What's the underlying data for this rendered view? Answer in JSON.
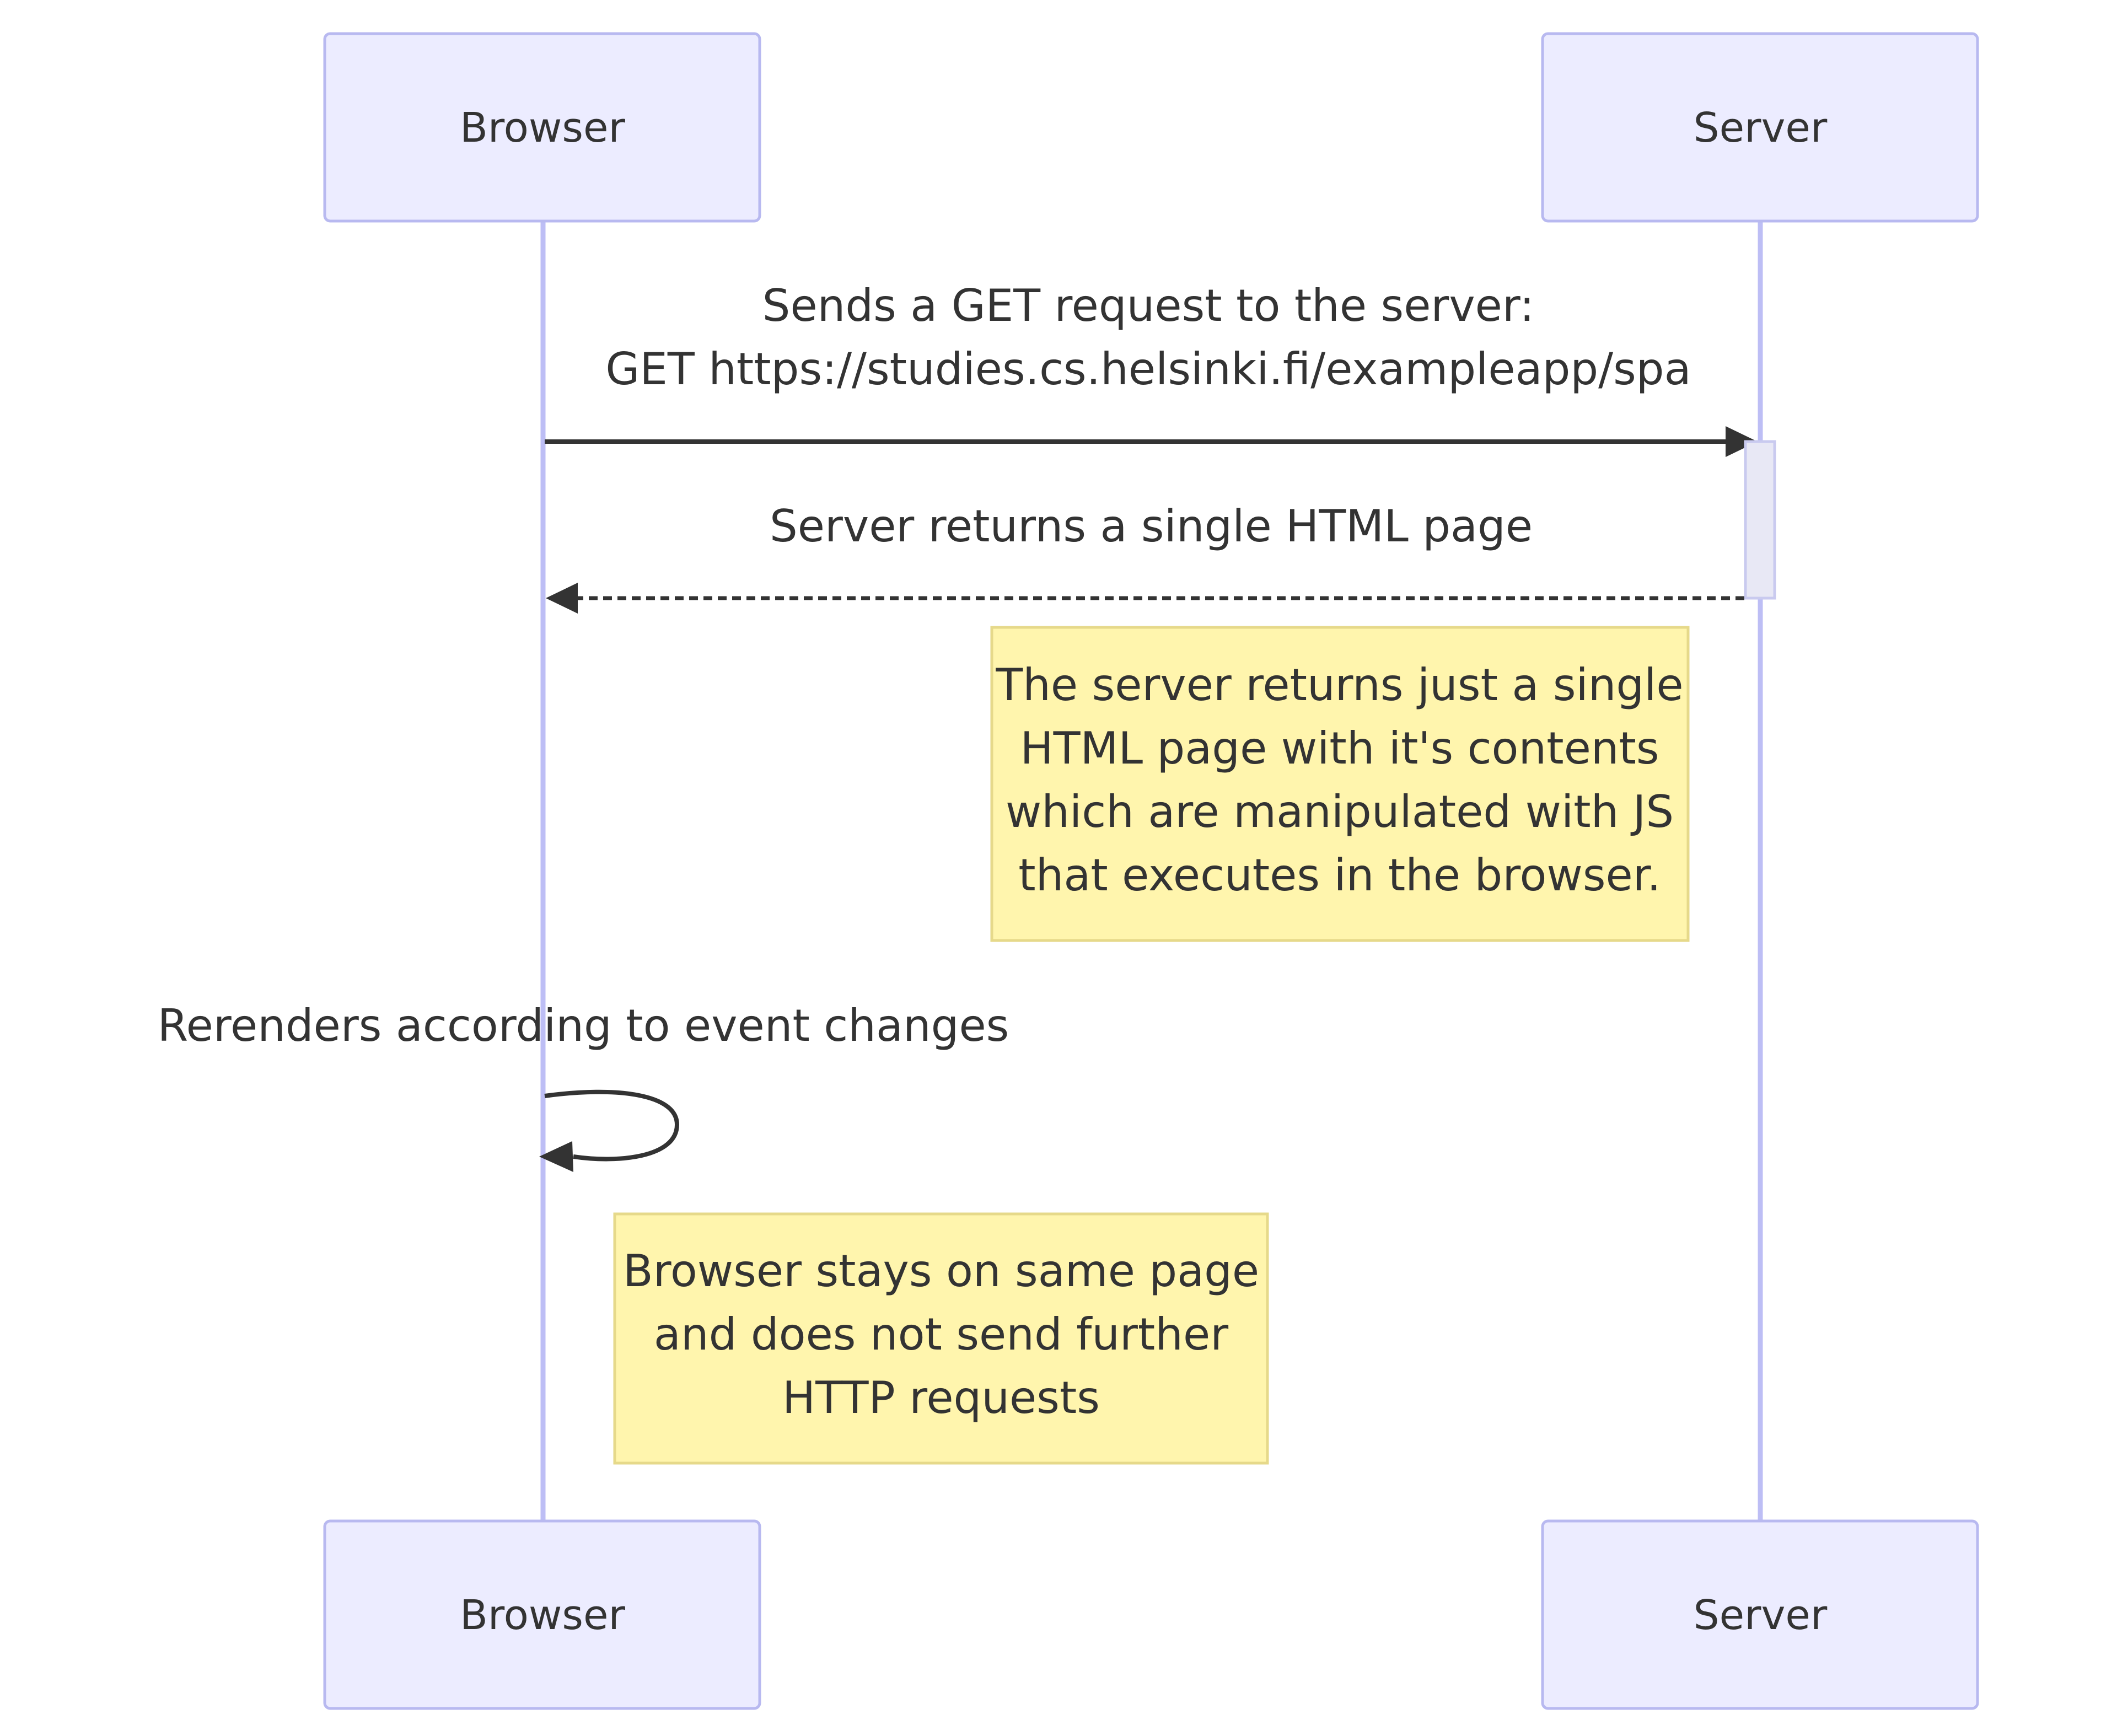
{
  "participants": [
    {
      "id": "browser",
      "label": "Browser"
    },
    {
      "id": "server",
      "label": "Server"
    }
  ],
  "messages": [
    {
      "from": "browser",
      "to": "server",
      "style": "solid",
      "lines": [
        "Sends a GET request to the server:",
        "GET https://studies.cs.helsinki.fi/exampleapp/spa"
      ]
    },
    {
      "from": "server",
      "to": "browser",
      "style": "dashed",
      "lines": [
        "Server returns a single HTML page"
      ]
    },
    {
      "from": "browser",
      "to": "browser",
      "style": "solid",
      "lines": [
        "Rerenders according to event changes"
      ]
    }
  ],
  "notes": [
    {
      "lines": [
        "The server returns just a single",
        "HTML page with it's contents",
        "which are manipulated with JS",
        "that executes in the browser."
      ]
    },
    {
      "lines": [
        "Browser stays on same page",
        "and does not send further",
        "HTTP requests"
      ]
    }
  ],
  "colors": {
    "actor_fill": "#ECECFF",
    "actor_stroke": "#B8B9F0",
    "lifeline": "#BDBEF5",
    "arrow": "#333333",
    "note_fill": "#FFF5AD",
    "note_stroke": "#E6D98A",
    "activation_fill": "#E8E8F5",
    "activation_stroke": "#C9CAEF"
  }
}
